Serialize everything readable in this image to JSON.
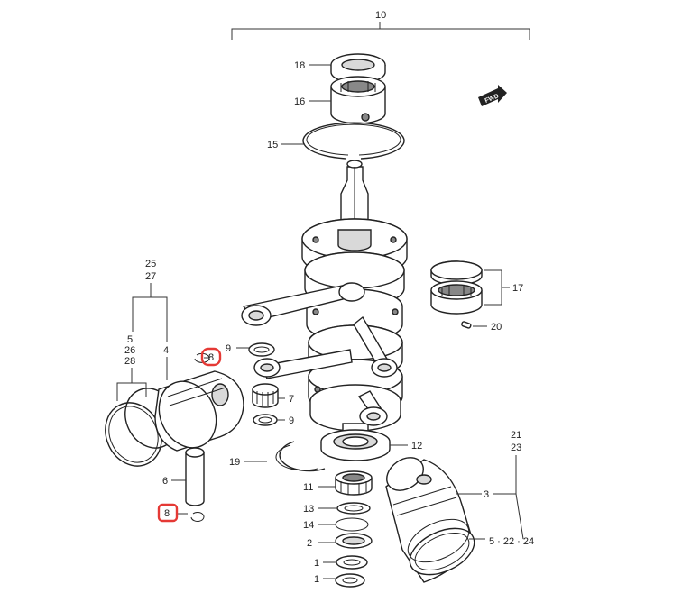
{
  "diagram": {
    "highlight_color": "#e53935",
    "fwd_label": "FWD",
    "labels": {
      "l10": "10",
      "l18": "18",
      "l16": "16",
      "l15": "15",
      "l17": "17",
      "l20": "20",
      "l25": "25",
      "l27": "27",
      "l5a": "5",
      "l26": "26",
      "l28": "28",
      "l4": "4",
      "l8a": "8",
      "l9a": "9",
      "l7": "7",
      "l9b": "9",
      "l6": "6",
      "l8b": "8",
      "l12": "12",
      "l19": "19",
      "l11": "11",
      "l13": "13",
      "l14": "14",
      "l2": "2",
      "l1a": "1",
      "l1b": "1",
      "l21": "21",
      "l23": "23",
      "l3": "3",
      "l5b": "5 · 22 · 24"
    }
  }
}
